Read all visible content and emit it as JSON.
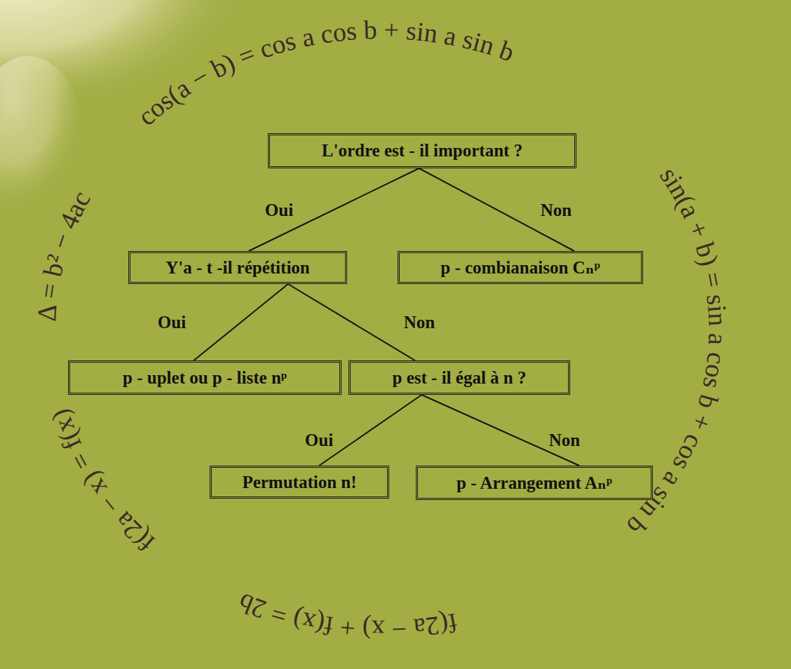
{
  "diagram": {
    "nodes": [
      {
        "text": [
          "L'ordre est - il important ?"
        ]
      },
      {
        "text": [
          "Y'a - t -il répétition"
        ]
      },
      {
        "text": [
          "p - combianaison Cₙᵖ"
        ]
      },
      {
        "text": [
          "p - uplet ou p - liste nᵖ"
        ]
      },
      {
        "text": [
          "p est - il égal à n ?"
        ]
      },
      {
        "text": [
          "Permutation n!"
        ]
      },
      {
        "text": [
          "p - Arrangement Aₙᵖ"
        ]
      }
    ],
    "edges": [
      {
        "from": 0,
        "to": 1,
        "label": "Oui",
        "arrow": "none"
      },
      {
        "from": 0,
        "to": 2,
        "label": "Non",
        "arrow": "none"
      },
      {
        "from": 1,
        "to": 3,
        "label": "Oui",
        "arrow": "none"
      },
      {
        "from": 1,
        "to": 4,
        "label": "Non",
        "arrow": "none"
      },
      {
        "from": 4,
        "to": 5,
        "label": "Oui",
        "arrow": "none"
      },
      {
        "from": 4,
        "to": 6,
        "label": "Non",
        "arrow": "none"
      }
    ],
    "labels": [
      "Δ = b² − 4ac",
      "cos(a − b) = cos a cos b + sin a sin b",
      "sin(a + b) = sin a cos b + cos a sin b",
      "f(2a − x) + f(x) = 2b",
      "f(2a − x) = f(x)"
    ]
  }
}
